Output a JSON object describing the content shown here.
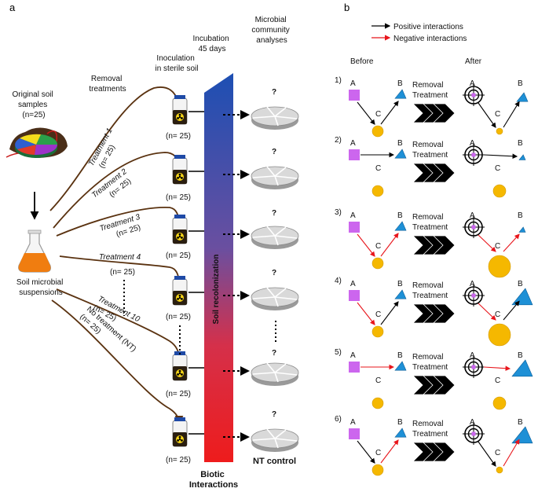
{
  "panels": {
    "a": "a",
    "b": "b"
  },
  "panel_a": {
    "original_samples": [
      "Original soil",
      "samples",
      "(n=25)"
    ],
    "removal_title": [
      "Removal",
      "treatments"
    ],
    "inoculation_title": [
      "Inoculation",
      "in sterile soil"
    ],
    "incubation_title": [
      "Incubation",
      "45 days"
    ],
    "microbial_title": [
      "Microbial",
      "community",
      "analyses"
    ],
    "suspensions": [
      "Soil microbial",
      "suspensions"
    ],
    "treatments": [
      {
        "name": "Treatment 1",
        "n": "(n= 25)"
      },
      {
        "name": "Treatment 2",
        "n": "(n= 25)"
      },
      {
        "name": "Treatment 3",
        "n": "(n= 25)"
      },
      {
        "name": "Treatment 4",
        "n": "(n= 25)"
      },
      {
        "name": "Treatment 10",
        "n": "(n= 25)"
      },
      {
        "name": "No treatment (NT)",
        "n": "(n= 25)"
      }
    ],
    "vial_n": "(n= 25)",
    "recolonization": "Soil recolonization",
    "biotic": [
      "Biotic",
      "Interactions"
    ],
    "question": "?",
    "nt_control": "NT control"
  },
  "panel_b": {
    "legend": {
      "positive": "Positive interactions",
      "negative": "Negative interactions"
    },
    "before": "Before",
    "after": "After",
    "removal_label": [
      "Removal",
      "Treatment"
    ],
    "node_labels": {
      "a": "A",
      "b": "B",
      "c": "C"
    },
    "rows": [
      "1)",
      "2)",
      "3)",
      "4)",
      "5)",
      "6)"
    ]
  },
  "colors": {
    "positive": "#000000",
    "negative": "#e8151b",
    "species_a": "#cc66ee",
    "species_b": "#1e90d6",
    "species_c": "#f5b800",
    "gradient_top": "#1d4fb3",
    "gradient_bottom": "#ee1c1c",
    "curve": "#5a3210",
    "flask": "#f07d10"
  }
}
